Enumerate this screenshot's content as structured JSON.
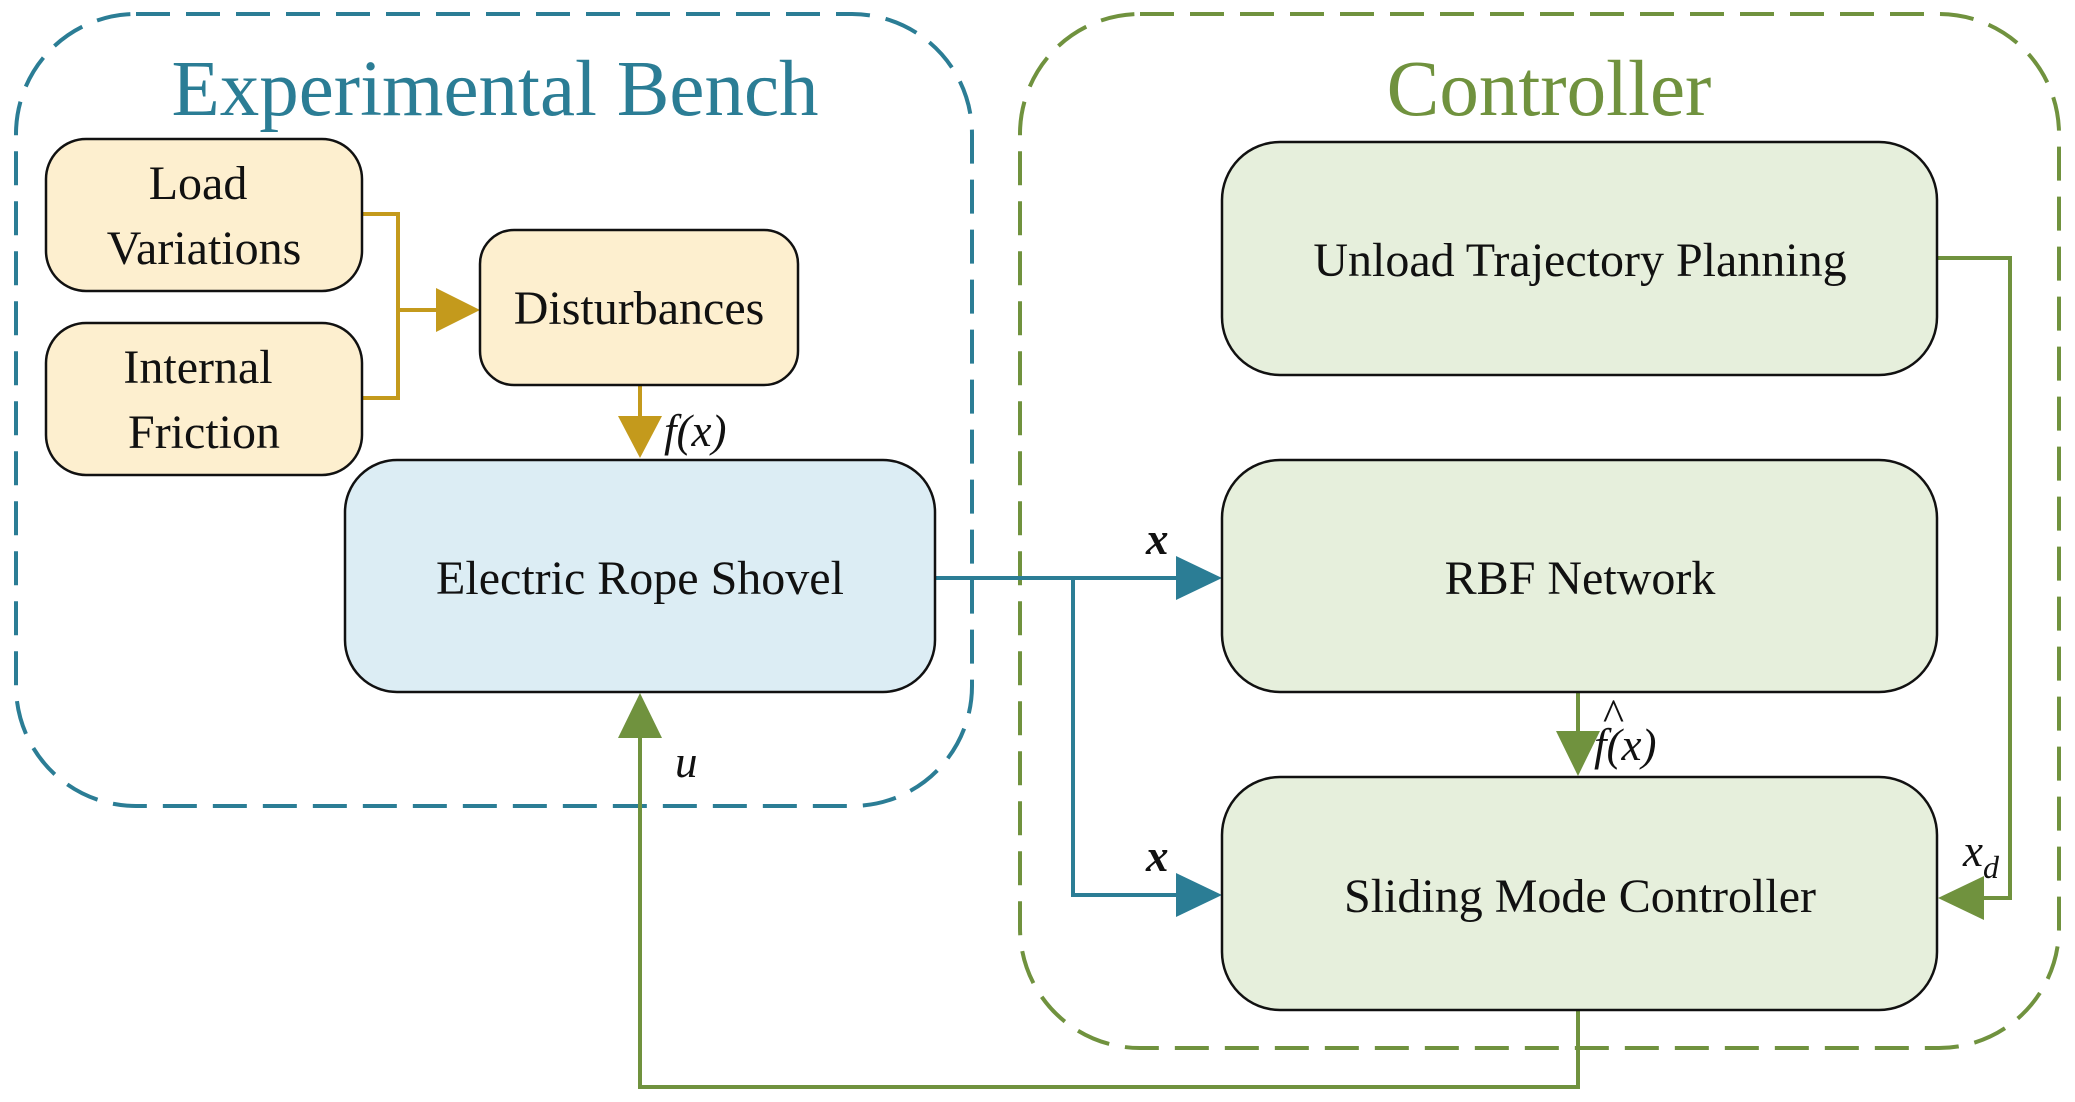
{
  "colors": {
    "bench": "#2b7d95",
    "controller": "#70923e",
    "disturbance": "#c49a1c",
    "disturbance_fill": "#fdefcf",
    "shovel_fill": "#dcedf4",
    "controller_fill": "#e6efdc"
  },
  "groups": {
    "bench": {
      "title": "Experimental Bench"
    },
    "controller": {
      "title": "Controller"
    }
  },
  "boxes": {
    "load_variations": {
      "lines": [
        "Load",
        "Variations"
      ]
    },
    "internal_friction": {
      "lines": [
        "Internal",
        "Friction"
      ]
    },
    "disturbances": {
      "label": "Disturbances"
    },
    "shovel": {
      "label": "Electric Rope Shovel"
    },
    "trajectory": {
      "label": "Unload Trajectory Planning"
    },
    "rbf": {
      "label": "RBF Network"
    },
    "smc": {
      "label": "Sliding Mode Controller"
    }
  },
  "signals": {
    "fx": "f(x)",
    "x_to_rbf": "x",
    "x_to_smc": "x",
    "fhat": "f(x)",
    "fhat_hat": "^",
    "u": "u",
    "xd_base": "x",
    "xd_sub": "d"
  }
}
